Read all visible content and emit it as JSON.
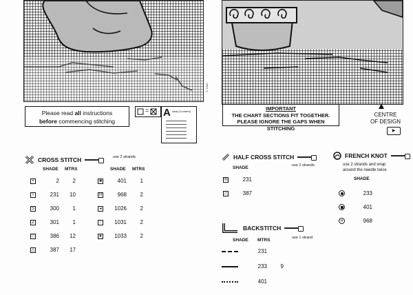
{
  "notes": {
    "left_prefix": "Please read ",
    "left_bold1": "all",
    "left_mid": " instructions",
    "left_bold2": "before",
    "left_suffix": " commencing stitching",
    "right_title": "IMPORTANT",
    "right_line1": "THE CHART SECTIONS FIT TOGETHER.",
    "right_line2": "PLEASE IGNORE THE GAPS WHEN STITCHING"
  },
  "legend_icon_text": "=",
  "aida": {
    "letter": "A",
    "label": "Aida (Counted)"
  },
  "centre": {
    "line1": "CENTRE",
    "line2": "OF DESIGN"
  },
  "credit": "© DMC",
  "cross_stitch": {
    "title": "CROSS STITCH",
    "strands": "use 2 strands",
    "shade_header": "SHADE",
    "mtrs_header": "MTRS",
    "left_rows": [
      {
        "symbol": "•",
        "shade": "2",
        "mtrs": "2"
      },
      {
        "symbol": "T",
        "shade": "231",
        "mtrs": "10"
      },
      {
        "symbol": "S",
        "shade": "300",
        "mtrs": "1"
      },
      {
        "symbol": "Z",
        "shade": "301",
        "mtrs": "1"
      },
      {
        "symbol": "□",
        "shade": "386",
        "mtrs": "12"
      },
      {
        "symbol": "△",
        "shade": "387",
        "mtrs": "17"
      }
    ],
    "right_rows": [
      {
        "symbol": "■",
        "shade": "401",
        "mtrs": "1"
      },
      {
        "symbol": "H",
        "shade": "968",
        "mtrs": "2"
      },
      {
        "symbol": "◂",
        "shade": "1026",
        "mtrs": "2"
      },
      {
        "symbol": "↑",
        "shade": "1031",
        "mtrs": "2"
      },
      {
        "symbol": "★",
        "shade": "1033",
        "mtrs": "2"
      }
    ]
  },
  "half_cross": {
    "title": "HALF CROSS STITCH",
    "strands": "use 2 strands",
    "shade_header": "SHADE",
    "rows": [
      {
        "symbol": "%",
        "shade": "231"
      },
      {
        "symbol": "◇",
        "shade": "387"
      }
    ]
  },
  "french_knot": {
    "title": "FRENCH KNOT",
    "note1": "use 2 strands and wrap",
    "note2": "around the needle twice",
    "shade_header": "SHADE",
    "rows": [
      {
        "shade": "233"
      },
      {
        "shade": "401"
      },
      {
        "symbol": "H",
        "shade": "968"
      }
    ]
  },
  "backstitch": {
    "title": "BACKSTITCH",
    "strands": "use 1 strand",
    "shade_header": "SHADE",
    "mtrs_header": "MTRS",
    "rows": [
      {
        "shade": "231",
        "mtrs": ""
      },
      {
        "shade": "233",
        "mtrs": "9"
      },
      {
        "shade": "401",
        "mtrs": ""
      }
    ]
  }
}
